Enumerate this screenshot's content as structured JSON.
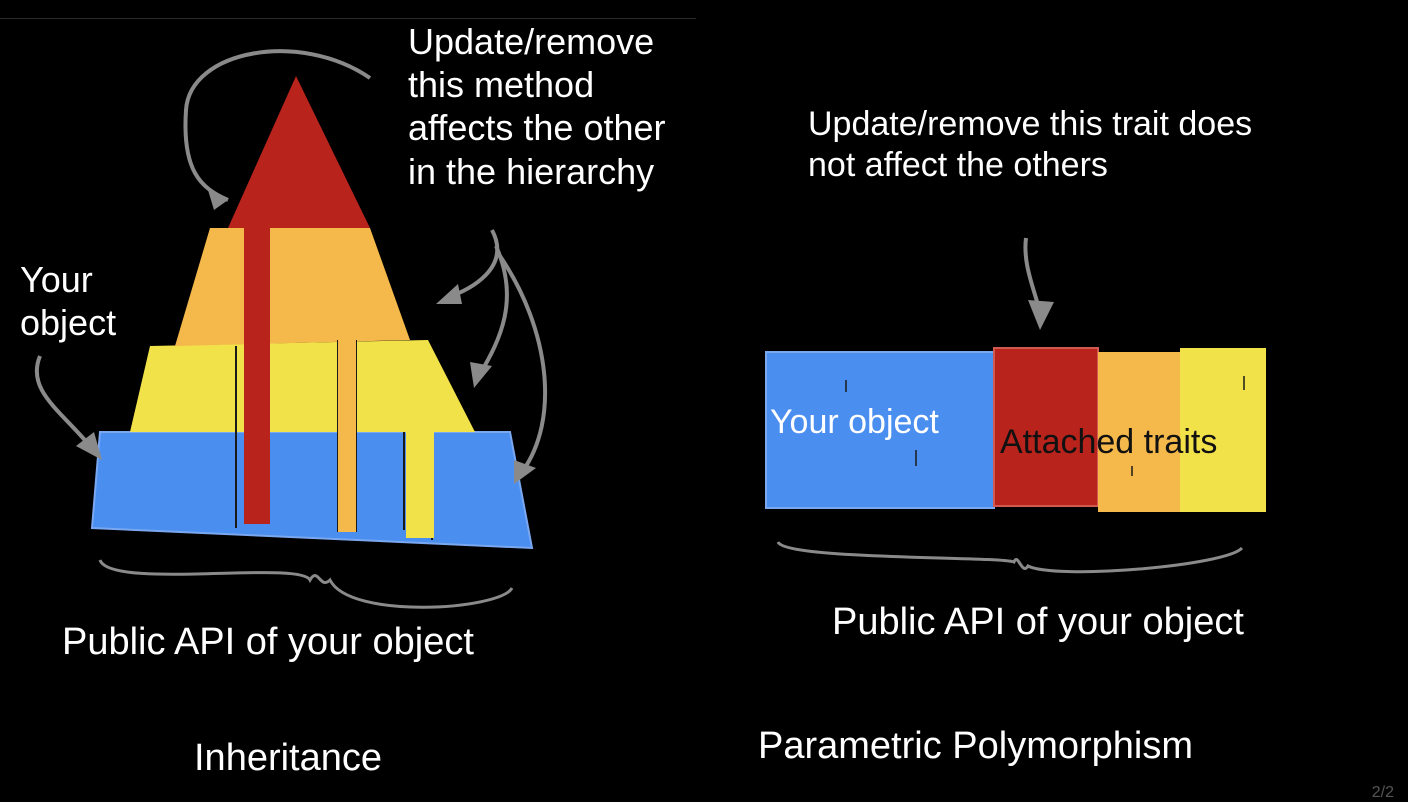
{
  "left": {
    "callout_lines": [
      "Update/remove",
      "this method",
      "affects the other",
      "in the hierarchy"
    ],
    "your_object_lines": [
      "Your",
      "object"
    ],
    "public_api": "Public API of your object",
    "title": "Inheritance"
  },
  "right": {
    "callout_lines": [
      "Update/remove this trait does",
      "not affect the others"
    ],
    "your_object": "Your object",
    "attached_traits": "Attached traits",
    "public_api": "Public API of your object",
    "title": "Parametric Polymorphism"
  },
  "page_indicator": "2/2",
  "colors": {
    "red": "#b8231c",
    "orange": "#f5b84a",
    "yellow": "#f2e24a",
    "blue": "#4a8ef0",
    "annotation": "#8a8a8a"
  }
}
